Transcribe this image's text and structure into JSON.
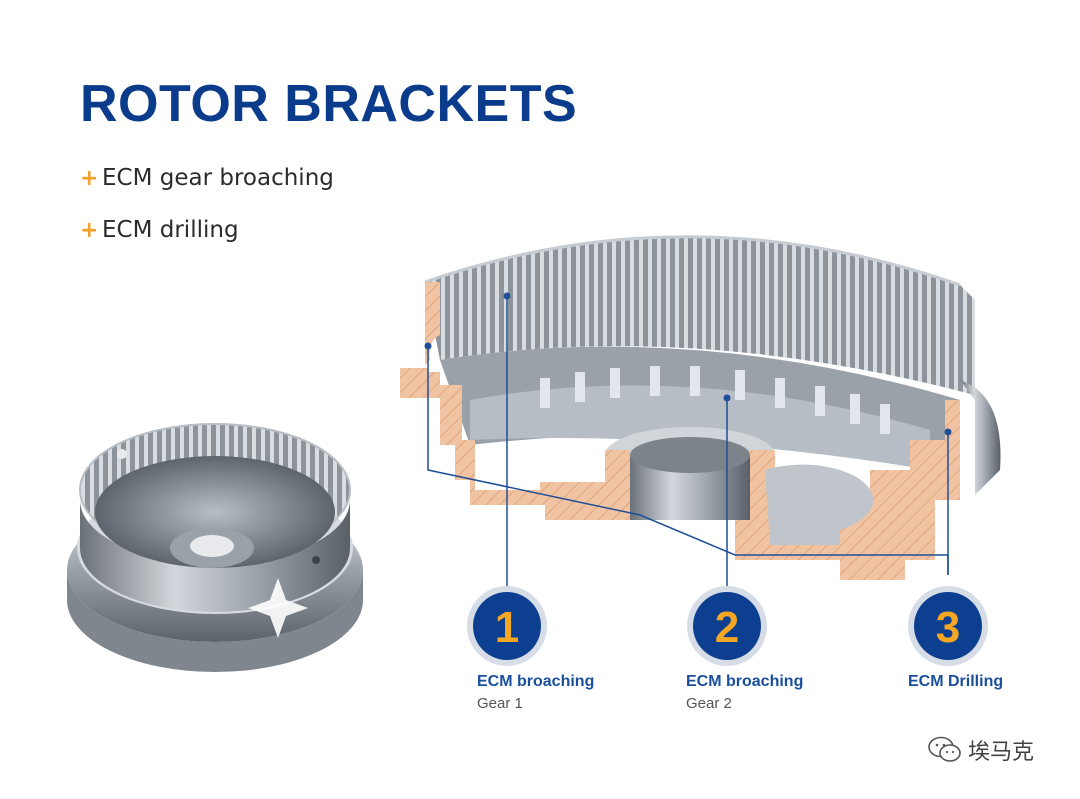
{
  "title": "ROTOR BRACKETS",
  "bullets": [
    "ECM gear broaching",
    "ECM drilling"
  ],
  "bullet_marker": "+",
  "callouts": [
    {
      "number": "1",
      "title": "ECM broaching",
      "subtitle": "Gear 1"
    },
    {
      "number": "2",
      "title": "ECM broaching",
      "subtitle": "Gear 2"
    },
    {
      "number": "3",
      "title": "ECM Drilling",
      "subtitle": ""
    }
  ],
  "watermark": "埃马克",
  "colors": {
    "title": "#0b3c8c",
    "accent": "#f2a22a",
    "badge_fill": "#0d3f91",
    "badge_number": "#f5a623",
    "badge_ring": "#d7dde7",
    "leader_line": "#1f4f97",
    "section_fill": "#f0c4a2",
    "metal_dark": "#5a6068",
    "metal_light": "#c9ced5"
  },
  "icons": [
    "plus-icon",
    "wechat-icon"
  ]
}
